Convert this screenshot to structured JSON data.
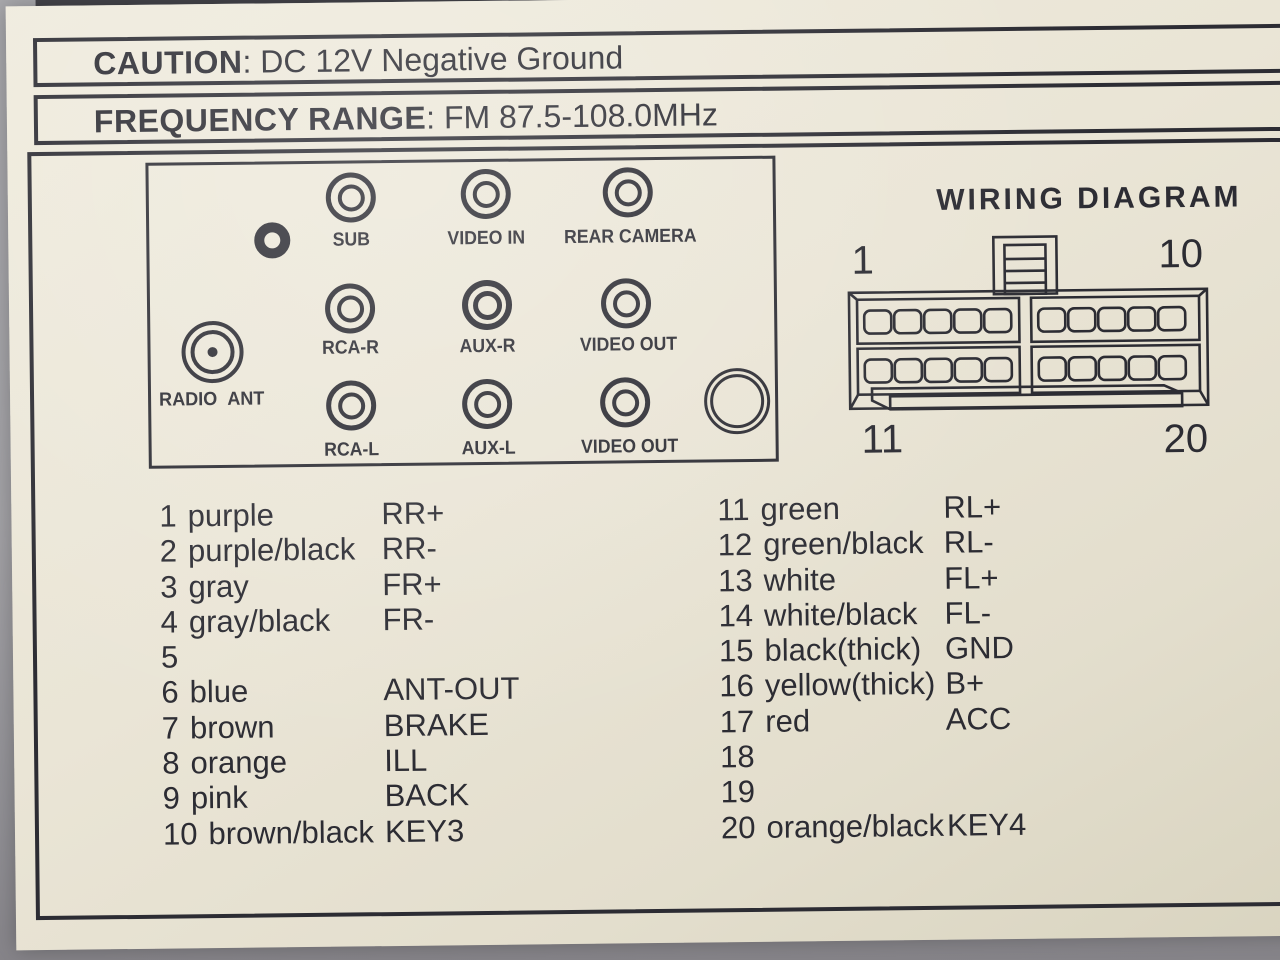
{
  "colors": {
    "background_gray": "#a3a2a6",
    "label_cream": "#e9e4d6",
    "ink": "#2c2c33"
  },
  "caution_box": {
    "label": "CAUTION",
    "text": ": DC 12V Negative Ground"
  },
  "frequency_box": {
    "label": "FREQUENCY RANGE",
    "text": ": FM 87.5-108.0MHz"
  },
  "jack_panel": {
    "jacks": [
      {
        "label": "SUB"
      },
      {
        "label": "VIDEO IN"
      },
      {
        "label": "REAR CAMERA"
      },
      {
        "label": "RCA-R"
      },
      {
        "label": "AUX-R"
      },
      {
        "label": "VIDEO OUT"
      },
      {
        "label": "RCA-L"
      },
      {
        "label": "AUX-L"
      },
      {
        "label": "VIDEO OUT"
      },
      {
        "label": "RADIO ANT"
      }
    ]
  },
  "wiring_diagram": {
    "title": "WIRING DIAGRAM",
    "pin_top_left": "1",
    "pin_top_right": "10",
    "pin_bottom_left": "11",
    "pin_bottom_right": "20"
  },
  "pin_table": {
    "left": [
      {
        "pin": "1",
        "color": "purple",
        "function": "RR+"
      },
      {
        "pin": "2",
        "color": "purple/black",
        "function": "RR-"
      },
      {
        "pin": "3",
        "color": "gray",
        "function": "FR+"
      },
      {
        "pin": "4",
        "color": "gray/black",
        "function": "FR-"
      },
      {
        "pin": "5",
        "color": "",
        "function": ""
      },
      {
        "pin": "6",
        "color": "blue",
        "function": "ANT-OUT"
      },
      {
        "pin": "7",
        "color": "brown",
        "function": "BRAKE"
      },
      {
        "pin": "8",
        "color": "orange",
        "function": "ILL"
      },
      {
        "pin": "9",
        "color": "pink",
        "function": "BACK"
      },
      {
        "pin": "10",
        "color": "brown/black",
        "function": "KEY3"
      }
    ],
    "right": [
      {
        "pin": "11",
        "color": "green",
        "function": "RL+"
      },
      {
        "pin": "12",
        "color": "green/black",
        "function": "RL-"
      },
      {
        "pin": "13",
        "color": "white",
        "function": "FL+"
      },
      {
        "pin": "14",
        "color": "white/black",
        "function": "FL-"
      },
      {
        "pin": "15",
        "color": "black(thick)",
        "function": "GND"
      },
      {
        "pin": "16",
        "color": "yellow(thick)",
        "function": "B+"
      },
      {
        "pin": "17",
        "color": "red",
        "function": "ACC"
      },
      {
        "pin": "18",
        "color": "",
        "function": ""
      },
      {
        "pin": "19",
        "color": "",
        "function": ""
      },
      {
        "pin": "20",
        "color": "orange/black",
        "function": "KEY4"
      }
    ]
  }
}
